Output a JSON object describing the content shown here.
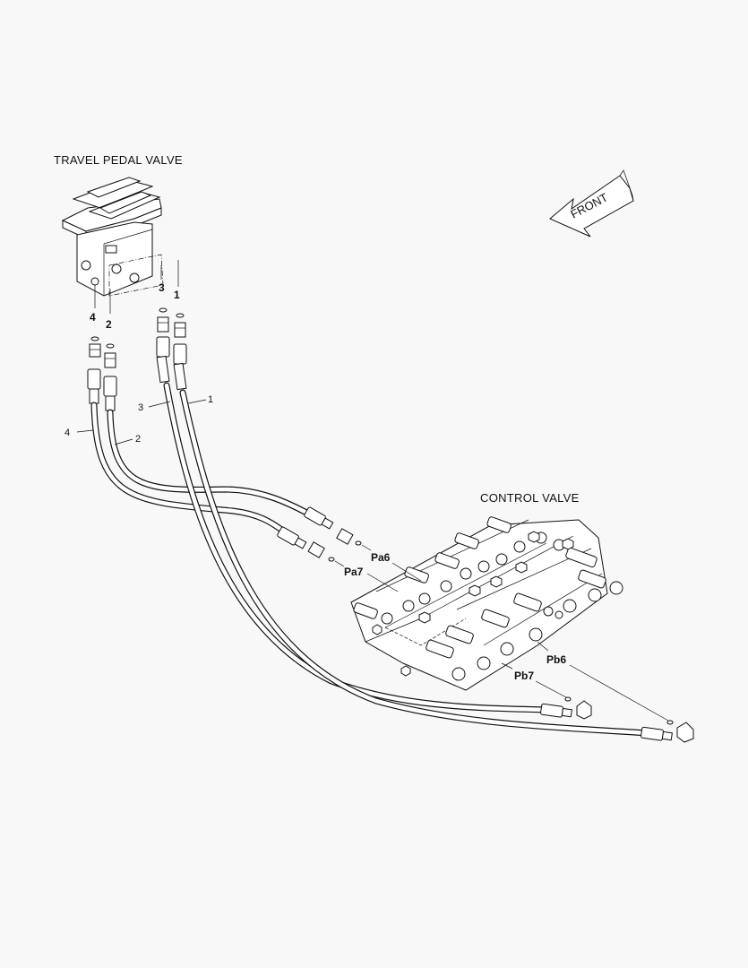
{
  "labels": {
    "travel_pedal_valve": "TRAVEL PEDAL VALVE",
    "control_valve": "CONTROL VALVE",
    "front": "FRONT"
  },
  "port_numbers": {
    "p1": "1",
    "p2": "2",
    "p3": "3",
    "p4": "4"
  },
  "hose_callouts": {
    "h1": "1",
    "h2": "2",
    "h3": "3",
    "h4": "4"
  },
  "control_ports": {
    "pa6": "Pa6",
    "pa7": "Pa7",
    "pb6": "Pb6",
    "pb7": "Pb7"
  },
  "colors": {
    "line": "#111111",
    "background": "#f8f8f8"
  }
}
